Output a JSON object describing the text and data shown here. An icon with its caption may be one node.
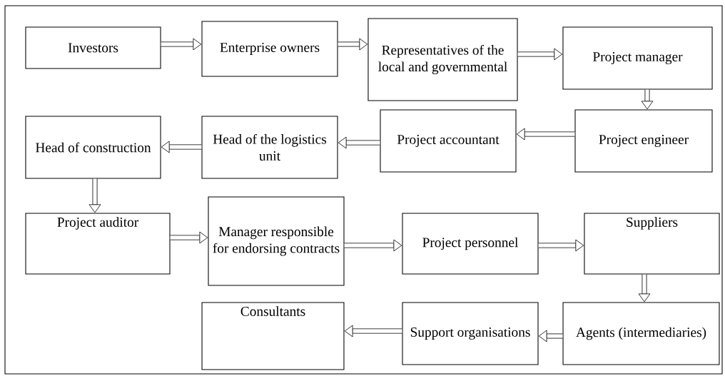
{
  "diagram": {
    "nodes": [
      {
        "text": [
          "Investors"
        ]
      },
      {
        "text": [
          "Enterprise owners"
        ]
      },
      {
        "text": [
          "Representatives of the local and governmental"
        ]
      },
      {
        "text": [
          "Project manager"
        ]
      },
      {
        "text": [
          "Project engineer"
        ]
      },
      {
        "text": [
          "Project accountant"
        ]
      },
      {
        "text": [
          "Head of the logistics unit"
        ]
      },
      {
        "text": [
          "Head of construction"
        ]
      },
      {
        "text": [
          "Project auditor"
        ]
      },
      {
        "text": [
          "Manager responsible for endorsing contracts"
        ]
      },
      {
        "text": [
          "Project personnel"
        ]
      },
      {
        "text": [
          "Suppliers"
        ]
      },
      {
        "text": [
          "Agents (intermediaries)"
        ]
      },
      {
        "text": [
          "Support organisations"
        ]
      },
      {
        "text": [
          "Consultants"
        ]
      }
    ],
    "edges": [
      {
        "from": 0,
        "to": 1,
        "arrow": "to"
      },
      {
        "from": 1,
        "to": 2,
        "arrow": "to"
      },
      {
        "from": 2,
        "to": 3,
        "arrow": "to"
      },
      {
        "from": 3,
        "to": 4,
        "arrow": "to"
      },
      {
        "from": 4,
        "to": 5,
        "arrow": "to"
      },
      {
        "from": 5,
        "to": 6,
        "arrow": "to"
      },
      {
        "from": 6,
        "to": 7,
        "arrow": "to"
      },
      {
        "from": 7,
        "to": 8,
        "arrow": "to"
      },
      {
        "from": 8,
        "to": 9,
        "arrow": "to"
      },
      {
        "from": 9,
        "to": 10,
        "arrow": "to"
      },
      {
        "from": 10,
        "to": 11,
        "arrow": "to"
      },
      {
        "from": 11,
        "to": 12,
        "arrow": "to"
      },
      {
        "from": 12,
        "to": 13,
        "arrow": "to"
      },
      {
        "from": 13,
        "to": 14,
        "arrow": "to"
      }
    ]
  }
}
